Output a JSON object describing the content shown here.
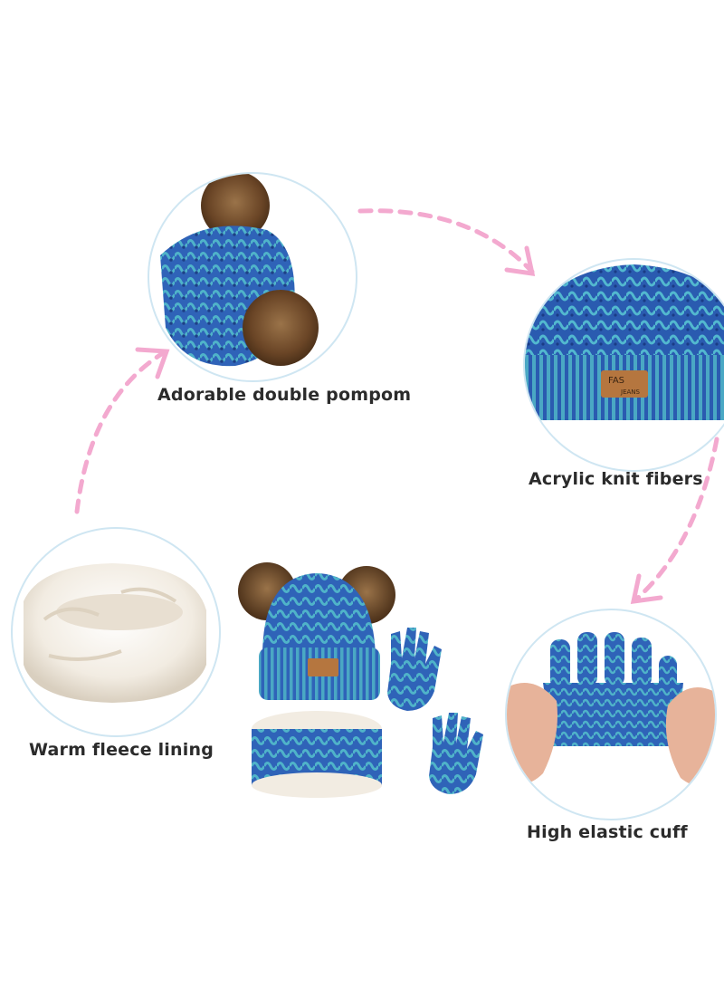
{
  "features": {
    "pompom": {
      "caption": "Adorable double pompom",
      "image": "double-pompom-hat"
    },
    "acrylic": {
      "caption": "Acrylic knit fibers",
      "image": "knit-hat-with-label",
      "label_text": "FAS JEANS"
    },
    "fleece": {
      "caption": "Warm fleece lining",
      "image": "fleece-neck-warmer"
    },
    "cuff": {
      "caption": "High elastic cuff",
      "image": "stretched-glove-cuff"
    }
  },
  "colors": {
    "knit_blue": "#2f63b8",
    "knit_teal": "#4fb3c9",
    "pompom_brown": "#7a5634",
    "fleece_cream": "#f2ece2",
    "arrow_pink": "#f3a9cf",
    "circle_border": "#cfe6f2",
    "label_tan": "#b5763f"
  },
  "product_set": {
    "items": [
      "pompom-hat",
      "neck-warmer",
      "gloves"
    ]
  }
}
